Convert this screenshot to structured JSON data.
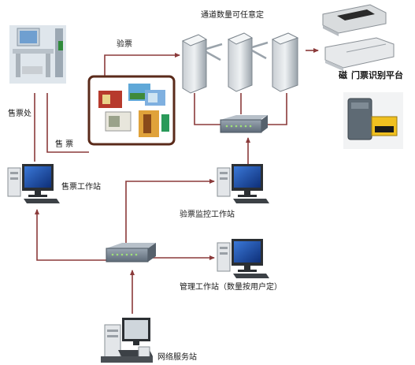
{
  "labels": {
    "channel_note": "通道数量可任意定",
    "ticket_check": "验票",
    "ticket_office": "售票处",
    "selling": "售  票",
    "ticket_workstation": "售票工作站",
    "check_monitor_workstation": "验票监控工作站",
    "management_workstation": "管理工作站（数量按用户定）",
    "network_server": "网络服务站",
    "ticket_platform": "门票识别平台",
    "magnetic": "磁"
  },
  "colors": {
    "line": "#8b3a3a",
    "card_frame": "#5a2a1a",
    "switch_body": "#7d8a96",
    "monitor_screen": "#1c4fa8"
  },
  "icons": {
    "arrow": "arrow-head-icon",
    "switch": "network-switch-icon",
    "computer": "desktop-computer-icon",
    "turnstile": "tripod-turnstile-icon",
    "reader": "card-reader-icon",
    "keypad": "access-keypad-icon"
  }
}
